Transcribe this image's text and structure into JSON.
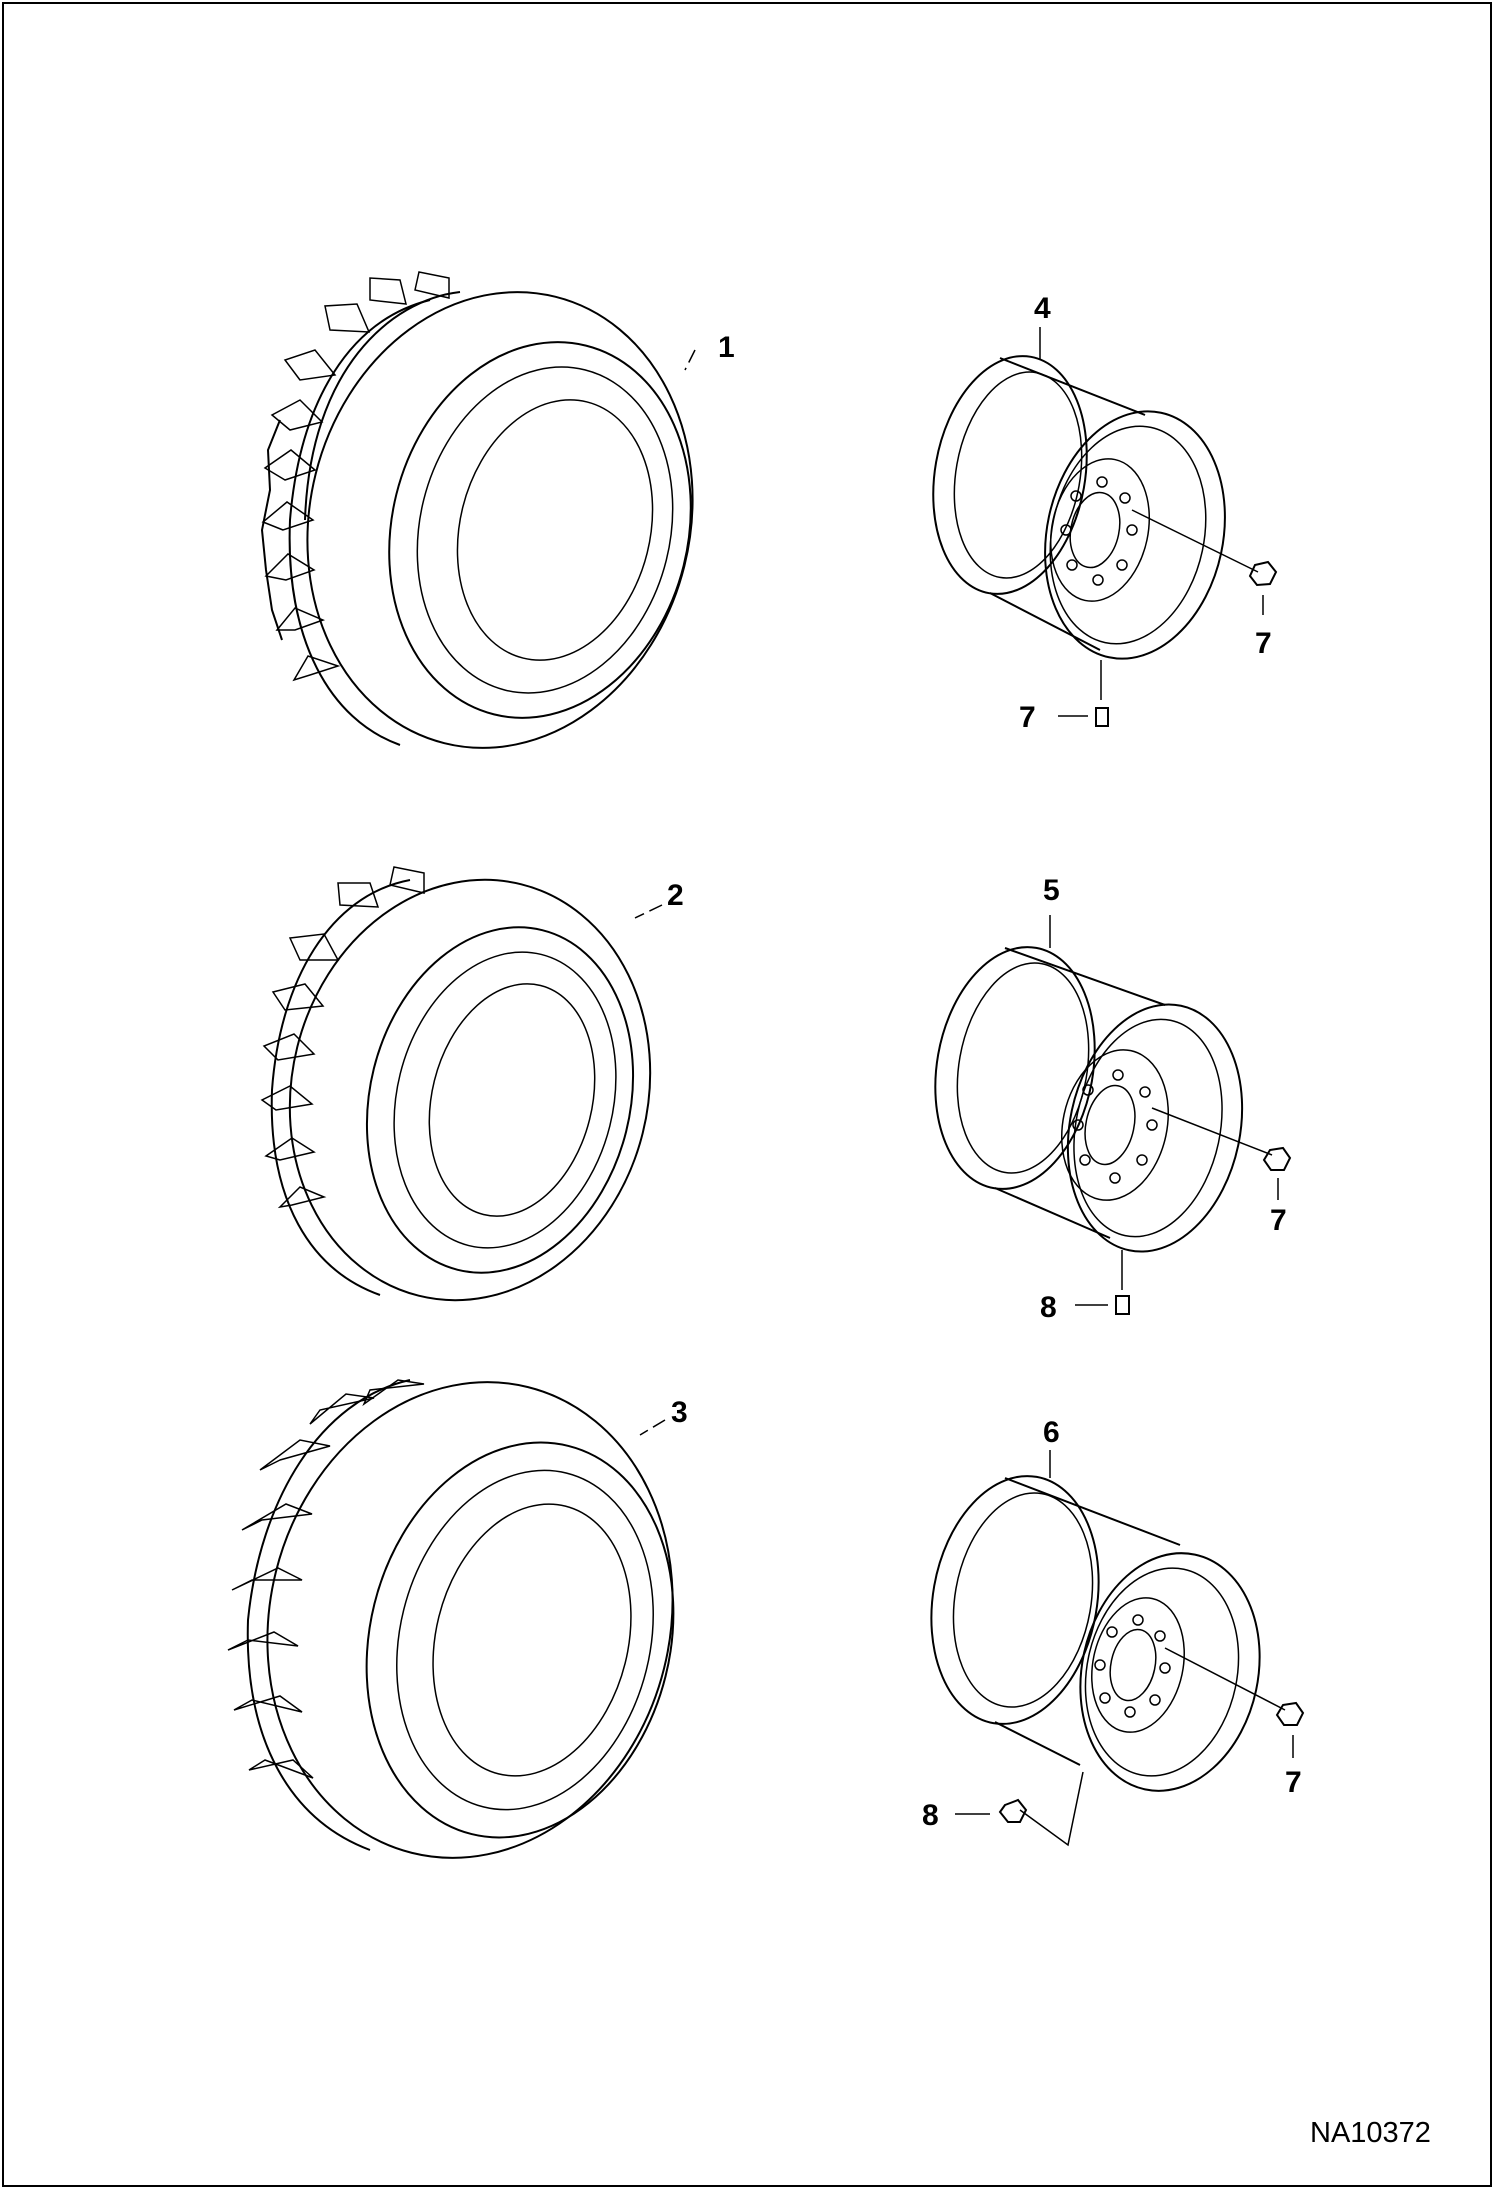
{
  "drawing_code": "NA10372",
  "callouts": [
    {
      "id": "tire-1",
      "label": "1"
    },
    {
      "id": "tire-2",
      "label": "2"
    },
    {
      "id": "tire-3",
      "label": "3"
    },
    {
      "id": "rim-4",
      "label": "4"
    },
    {
      "id": "rim-5",
      "label": "5"
    },
    {
      "id": "rim-6",
      "label": "6"
    },
    {
      "id": "rim4-nut",
      "label": "7"
    },
    {
      "id": "rim4-valve",
      "label": "7"
    },
    {
      "id": "rim5-nut",
      "label": "7"
    },
    {
      "id": "rim5-valve",
      "label": "8"
    },
    {
      "id": "rim6-nut",
      "label": "7"
    },
    {
      "id": "rim6-valve",
      "label": "8"
    }
  ]
}
